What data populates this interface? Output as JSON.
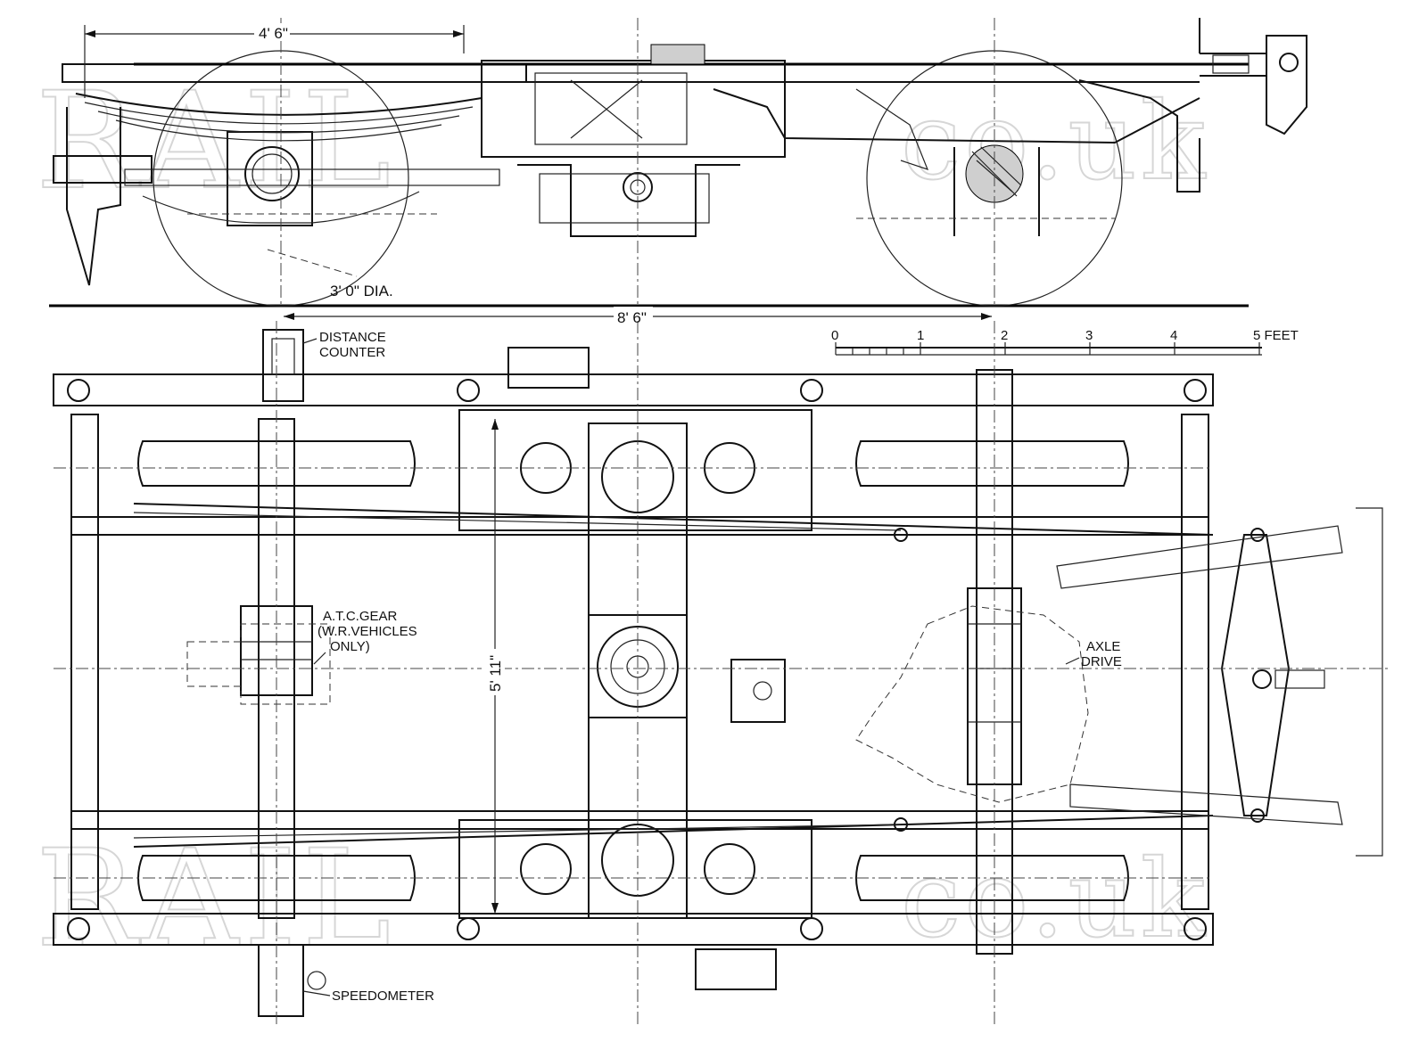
{
  "watermark": {
    "top_left": "RAIL",
    "top_right": "co.uk",
    "bottom_left": "RAIL",
    "bottom_right": "co.uk"
  },
  "dimensions": {
    "frame_overhang": "4' 6\"",
    "wheel_diameter": "3' 0\" DIA.",
    "wheelbase": "8' 6\"",
    "bogie_width": "5' 11\""
  },
  "labels": {
    "distance_counter_1": "DISTANCE",
    "distance_counter_2": "COUNTER",
    "atc_1": "A.T.C.GEAR",
    "atc_2": "(W.R.VEHICLES",
    "atc_3": "ONLY)",
    "axle_drive_1": "AXLE",
    "axle_drive_2": "DRIVE",
    "speedometer": "SPEEDOMETER"
  },
  "scale_bar": {
    "ticks": [
      "0",
      "1",
      "2",
      "3",
      "4"
    ],
    "end_label": "5 FEET"
  }
}
